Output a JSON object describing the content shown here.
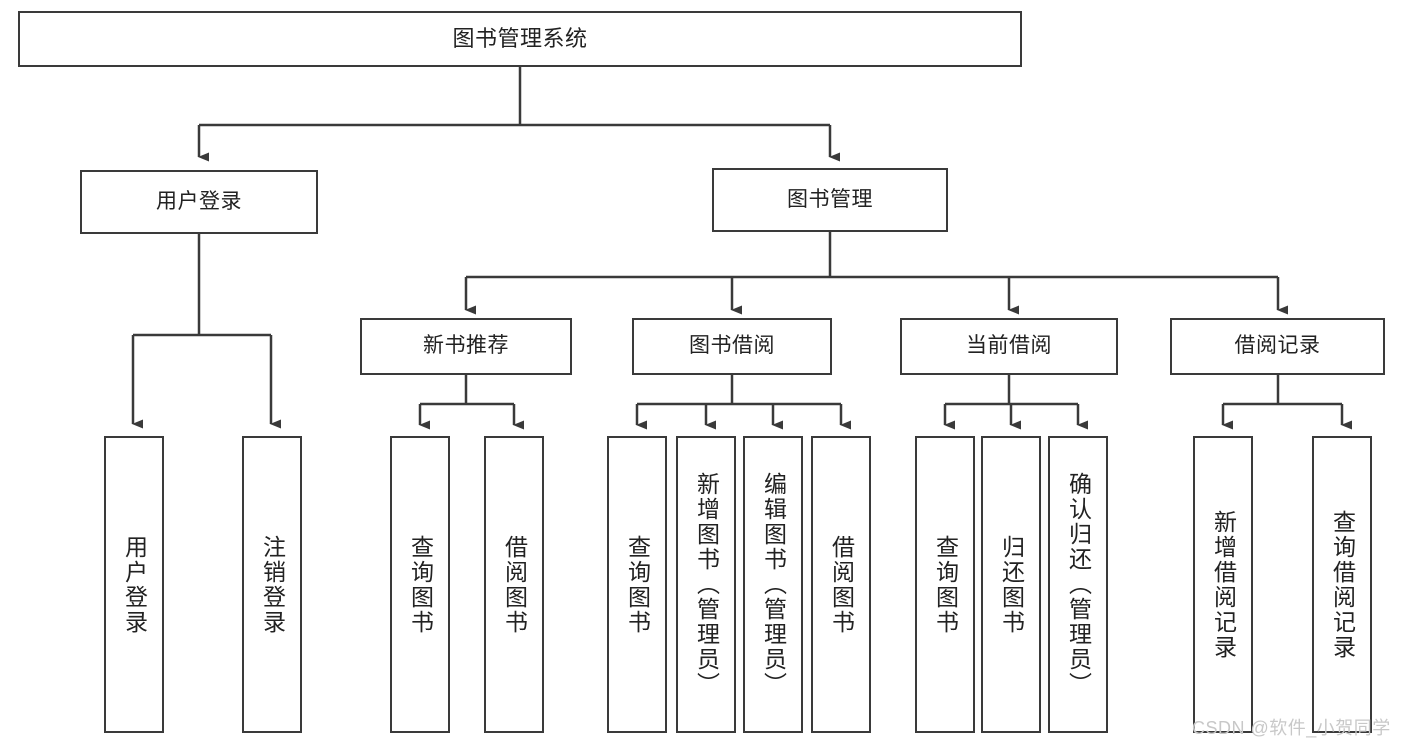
{
  "diagram": {
    "title": "图书管理系统",
    "root": {
      "label": "图书管理系统"
    },
    "level1": [
      {
        "label": "用户登录"
      },
      {
        "label": "图书管理"
      }
    ],
    "level2": [
      {
        "label": "新书推荐"
      },
      {
        "label": "图书借阅"
      },
      {
        "label": "当前借阅"
      },
      {
        "label": "借阅记录"
      }
    ],
    "leaves": {
      "user_login": [
        {
          "label": "用户登录"
        },
        {
          "label": "注销登录"
        }
      ],
      "new_book_recommend": [
        {
          "label": "查询图书"
        },
        {
          "label": "借阅图书"
        }
      ],
      "book_borrow": [
        {
          "label": "查询图书"
        },
        {
          "label": "新增图书（管理员）"
        },
        {
          "label": "编辑图书（管理员）"
        },
        {
          "label": "借阅图书"
        }
      ],
      "current_borrow": [
        {
          "label": "查询图书"
        },
        {
          "label": "归还图书"
        },
        {
          "label": "确认归还（管理员）"
        }
      ],
      "borrow_record": [
        {
          "label": "新增借阅记录"
        },
        {
          "label": "查询借阅记录"
        }
      ]
    }
  },
  "watermark": {
    "text": "CSDN @软件_小贺同学"
  },
  "colors": {
    "stroke": "#3a3a3a",
    "fill": "#ffffff",
    "text": "#222222",
    "watermark": "#c8c8c8"
  }
}
